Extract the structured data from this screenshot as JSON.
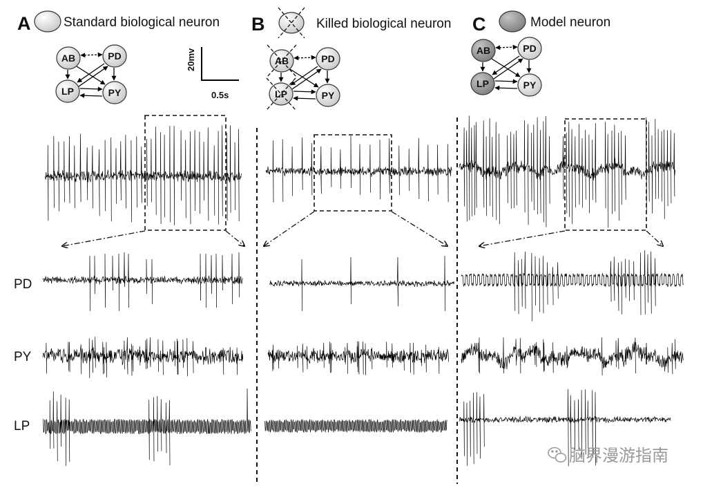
{
  "panels": [
    {
      "letter": "A",
      "title": "Standard biological neuron"
    },
    {
      "letter": "B",
      "title": "Killed biological neuron"
    },
    {
      "letter": "C",
      "title": "Model neuron"
    }
  ],
  "circuit_labels": {
    "ab": "AB",
    "pd": "PD",
    "lp": "LP",
    "py": "PY"
  },
  "scale_bar": {
    "voltage": "20mv",
    "time": "0.5s"
  },
  "rows": {
    "pd": "PD",
    "py": "PY",
    "lp": "LP"
  },
  "colors": {
    "trace": "#000000",
    "biological_neuron": "#f0f0f0",
    "model_neuron": "#9a9a9a",
    "killed_marker": "#111111"
  },
  "watermark": {
    "icon": "wechat-icon",
    "text": "脑界漫游指南"
  }
}
